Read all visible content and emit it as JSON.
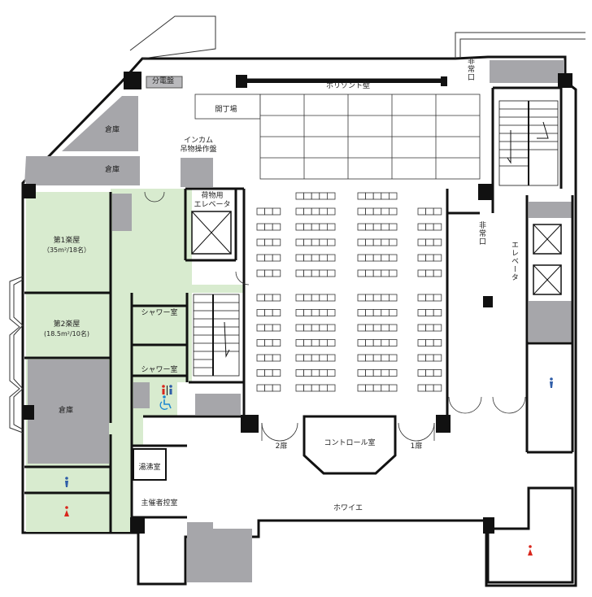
{
  "rooms": {
    "distribution_board": "分電盤",
    "horizont_wall": "ホリゾント壁",
    "storage_1": "倉庫",
    "storage_2": "倉庫",
    "storage_3": "倉庫",
    "fly_gallery": "開丁場",
    "intercom_panel_line1": "インカム",
    "intercom_panel_line2": "吊物操作盤",
    "freight_elevator_line1": "荷物用",
    "freight_elevator_line2": "エレベータ",
    "dressing_room_1_name": "第1楽屋",
    "dressing_room_1_detail": "（35m²/18名）",
    "dressing_room_2_name": "第2楽屋",
    "dressing_room_2_detail": "(18.5m²/10名)",
    "shower_room_1": "シャワー室",
    "shower_room_2": "シャワー室",
    "kitchenette": "湯沸室",
    "organizer_room": "主催者控室",
    "control_room": "コントロール室",
    "foyer": "ホワイエ",
    "door_2": "2扉",
    "door_1": "1扉",
    "emergency_exit_1": "非常口",
    "emergency_exit_2": "非常口",
    "elevator": "エレベータ"
  },
  "colors": {
    "wall": "#111111",
    "service_gray": "#a6a6aa",
    "dressing_green": "#d8ebcf",
    "floor": "#ffffff",
    "male_icon": "#2f5da8",
    "female_icon": "#d9261c",
    "accessible_icon": "#1e88d0"
  },
  "icons": [
    "restroom-icon",
    "accessible-icon",
    "male-toilet-icon",
    "female-toilet-icon",
    "elevator-x-icon",
    "stair-arrow-icon"
  ]
}
